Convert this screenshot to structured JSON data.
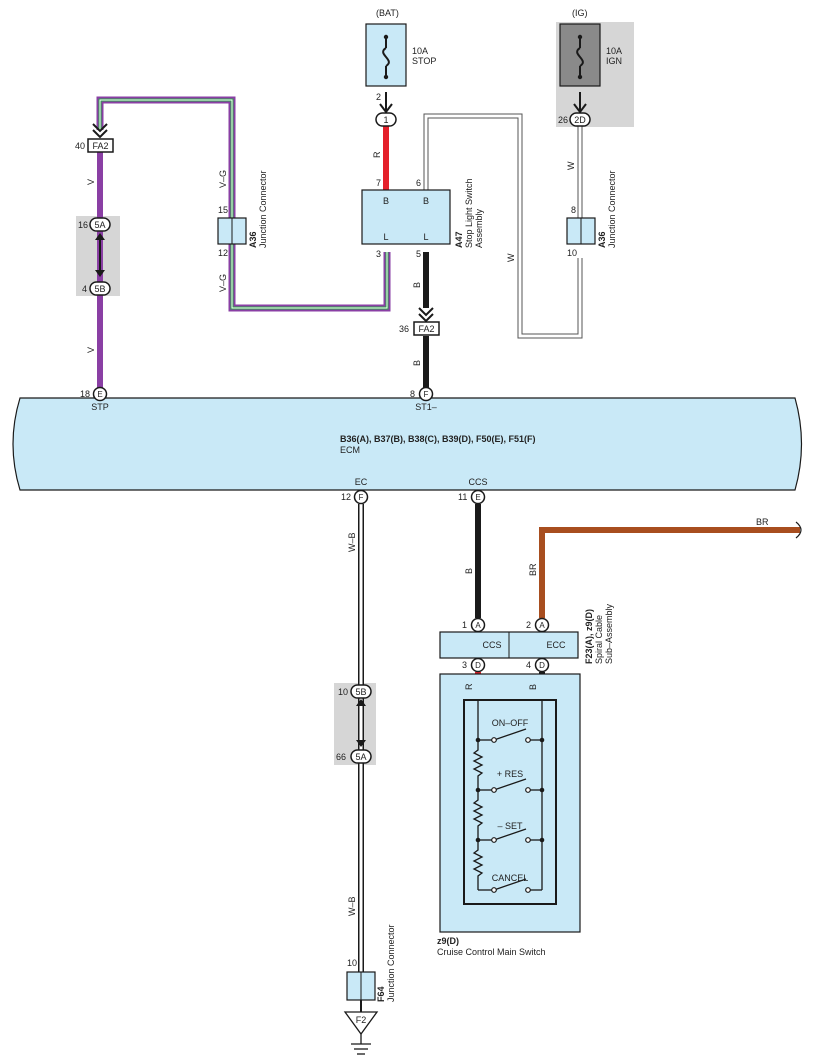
{
  "colors": {
    "box_fill": "#c9e9f7",
    "shade_fill": "#d6d6d6",
    "wire_black": "#1a1a1a",
    "wire_red": "#e4202a",
    "wire_violet": "#8a3fa4",
    "wire_brown": "#a84e1f",
    "wire_violet_green_stripe": "#2fa24b"
  },
  "power": {
    "bat_label": "(BAT)",
    "bat_fuse_amp": "10A",
    "bat_fuse_name": "STOP",
    "ig_label": "(IG)",
    "ig_fuse_amp": "10A",
    "ig_fuse_name": "IGN"
  },
  "pins": {
    "bat_fuse_pin": "2",
    "bat_conn_pin": "1",
    "ig_conn": "2D",
    "ig_conn_pin": "26",
    "fa2_top": "FA2",
    "fa2_top_pin": "40",
    "fa2_mid": "FA2",
    "fa2_mid_pin": "36",
    "j5a_top": "5A",
    "j5a_top_pin": "16",
    "j5b_top": "5B",
    "j5b_top_pin": "4",
    "a36_left_top": "15",
    "a36_left_bot": "12",
    "a36_right_top": "8",
    "a36_right_bot": "10",
    "a47_p7": "7",
    "a47_p6": "6",
    "a47_p3": "3",
    "a47_p5": "5",
    "ecm_stp": "E",
    "ecm_stp_pin": "18",
    "ecm_st1": "F",
    "ecm_st1_pin": "8",
    "ecm_ec": "F",
    "ecm_ec_pin": "12",
    "ecm_ccs": "E",
    "ecm_ccs_pin": "11",
    "j5b_bot": "5B",
    "j5b_bot_pin": "10",
    "j5a_bot": "5A",
    "j5a_bot_pin": "66",
    "spiral_a1": "A",
    "spiral_a1_pin": "1",
    "spiral_a2": "A",
    "spiral_a2_pin": "2",
    "spiral_d3": "D",
    "spiral_d3_pin": "3",
    "spiral_d4": "D",
    "spiral_d4_pin": "4",
    "f64_pin": "10",
    "ground": "F2"
  },
  "wire_colors": {
    "v_top": "V",
    "v_bot": "V",
    "vg_top": "V–G",
    "vg_bot": "V–G",
    "r_bat": "R",
    "b_switch": "B",
    "b_fa2": "B",
    "w_right": "W",
    "w_loop": "W",
    "wb_top": "W–B",
    "wb_bot": "W–B",
    "b_ccs": "B",
    "br_vert": "BR",
    "br_horiz": "BR",
    "r_switch": "R",
    "b_switch2": "B"
  },
  "components": {
    "a36_left": {
      "code": "A36",
      "name": "Junction Connector"
    },
    "a36_right": {
      "code": "A36",
      "name": "Junction Connector"
    },
    "a47": {
      "code": "A47",
      "name_line1": "Stop Light Switch",
      "name_line2": "Assembly",
      "term_b1": "B",
      "term_b2": "B",
      "term_l1": "L",
      "term_l2": "L"
    },
    "ecm": {
      "connectors": "B36(A), B37(B), B38(C), B39(D), F50(E), F51(F)",
      "name": "ECM",
      "term_stp": "STP",
      "term_st1": "ST1–",
      "term_ec": "EC",
      "term_ccs": "CCS"
    },
    "spiral": {
      "code": "F23(A), z9(D)",
      "name_line1": "Spiral Cable",
      "name_line2": "Sub–Assembly",
      "term_ccs": "CCS",
      "term_ecc": "ECC"
    },
    "cruise_switch": {
      "code": "z9(D)",
      "name": "Cruise Control Main Switch",
      "sw_onoff": "ON–OFF",
      "sw_res": "+ RES",
      "sw_set": "– SET",
      "sw_cancel": "CANCEL"
    },
    "f64": {
      "code": "F64",
      "name": "Junction Connector"
    }
  }
}
